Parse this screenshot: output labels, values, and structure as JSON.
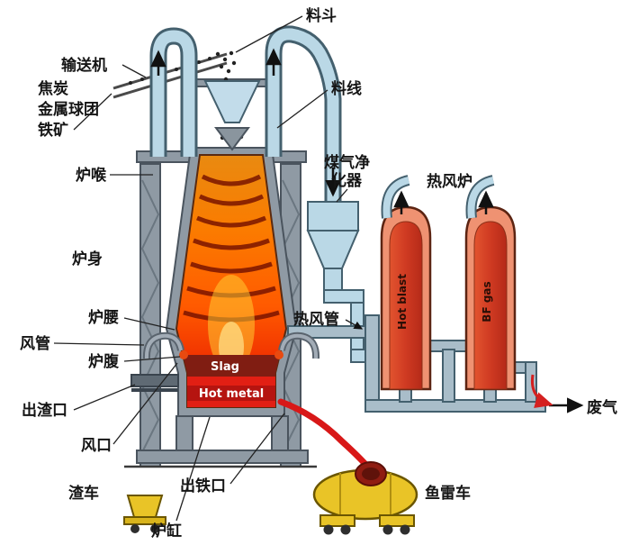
{
  "labels": {
    "hopper": "料斗",
    "conveyor": "输送机",
    "coke": "焦炭",
    "metal_pellets": "金属球团",
    "iron_ore": "铁矿",
    "stock_line": "料线",
    "throat": "炉喉",
    "gas_purifier_line1": "煤气净",
    "gas_purifier_line2": "化器",
    "hot_blast_stove": "热风炉",
    "shaft": "炉身",
    "waist": "炉腰",
    "blast_pipe": "风管",
    "bosh": "炉腹",
    "hot_blast_main": "热风管",
    "slag": "Slag",
    "hot_metal": "Hot metal",
    "hot_blast_flow": "Hot blast",
    "bf_gas_flow": "BF gas",
    "slag_notch": "出渣口",
    "tuyere": "风口",
    "slag_car": "渣车",
    "tap_hole": "出铁口",
    "hearth": "炉缸",
    "torpedo_car": "鱼雷车",
    "waste_gas": "废气"
  },
  "colors": {
    "furnace_hot_top": "#e98a10",
    "furnace_hot_bottom": "#d01500",
    "burden_layer": "#7a1400",
    "slag_band": "#801d12",
    "hot_metal_band": "#e21f14",
    "pipe_blue": "#bad8e6",
    "pipe_outline": "#44606e",
    "structure_gray": "#8f9aa4",
    "stove_shell": "#ef9272",
    "stove_core": "#cf3a22",
    "vehicle_yellow": "#e9c427",
    "molten_stream": "#d81818"
  }
}
